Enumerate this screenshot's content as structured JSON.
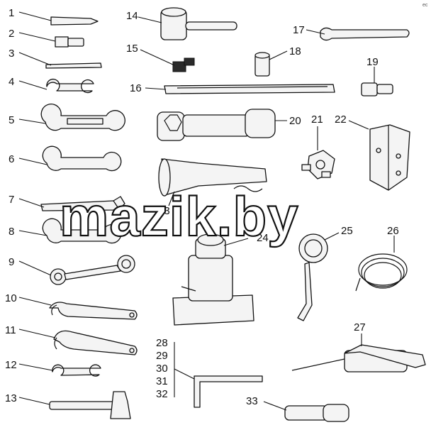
{
  "callouts": [
    "1",
    "2",
    "3",
    "4",
    "5",
    "6",
    "7",
    "8",
    "9",
    "10",
    "11",
    "12",
    "13",
    "14",
    "15",
    "16",
    "17",
    "18",
    "19",
    "20",
    "21",
    "22",
    "23",
    "24",
    "25",
    "26",
    "27",
    "28",
    "29",
    "30",
    "31",
    "32",
    "33"
  ],
  "watermark": "mazik.by",
  "corner_mark": "ec"
}
